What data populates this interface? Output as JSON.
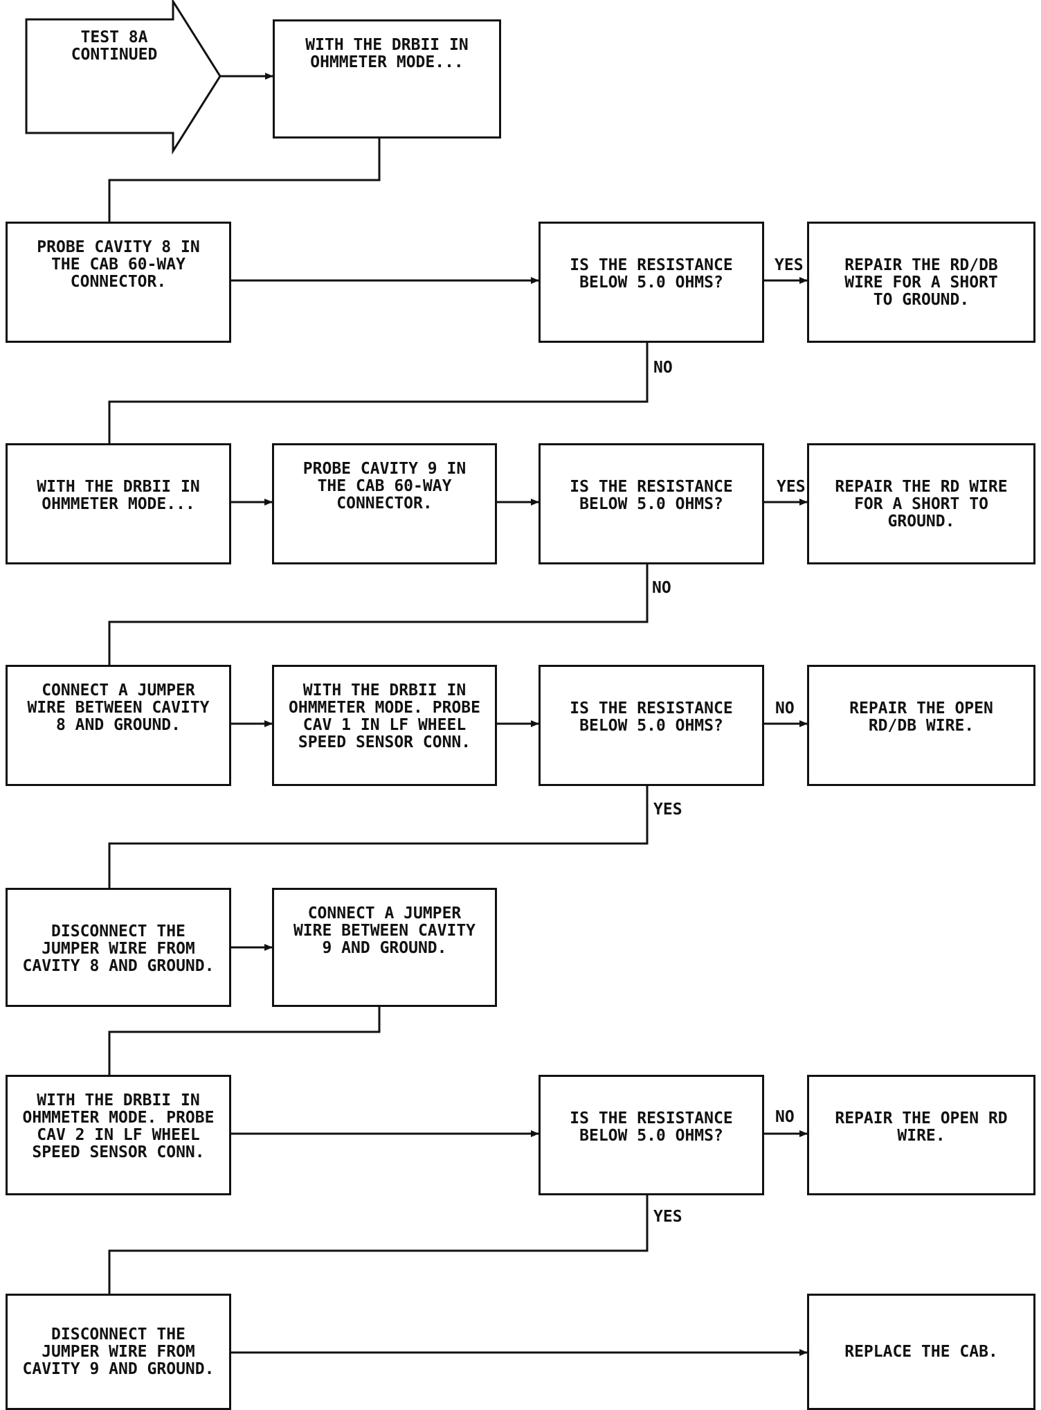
{
  "start": {
    "text": "TEST 8A\nCONTINUED"
  },
  "boxes": {
    "r1_ohm_mode": "WITH THE DRBII IN\nOHMMETER MODE...",
    "r2_probe_8": "PROBE CAVITY 8 IN\nTHE CAB 60-WAY\nCONNECTOR.",
    "r2_question": "IS THE RESISTANCE\nBELOW 5.0 OHMS?",
    "r2_repair": "REPAIR THE RD/DB\nWIRE FOR A SHORT\nTO GROUND.",
    "r3_ohm_mode": "WITH THE DRBII IN\nOHMMETER MODE...",
    "r3_probe_9": "PROBE CAVITY 9 IN\nTHE CAB 60-WAY\nCONNECTOR.",
    "r3_question": "IS THE RESISTANCE\nBELOW 5.0 OHMS?",
    "r3_repair": "REPAIR THE RD WIRE\nFOR A SHORT TO\nGROUND.",
    "r4_jumper_8": "CONNECT A JUMPER\nWIRE BETWEEN CAVITY\n8 AND GROUND.",
    "r4_probe_cav1": "WITH THE DRBII IN\nOHMMETER MODE. PROBE\nCAV 1 IN LF WHEEL\nSPEED SENSOR CONN.",
    "r4_question": "IS THE RESISTANCE\nBELOW 5.0 OHMS?",
    "r4_repair": "REPAIR THE OPEN\nRD/DB WIRE.",
    "r5_disconnect_8": "DISCONNECT THE\nJUMPER WIRE FROM\nCAVITY 8 AND GROUND.",
    "r5_jumper_9": "CONNECT A JUMPER\nWIRE BETWEEN CAVITY\n9 AND GROUND.",
    "r6_probe_cav2": "WITH THE DRBII IN\nOHMMETER MODE. PROBE\nCAV 2 IN LF WHEEL\nSPEED SENSOR CONN.",
    "r6_question": "IS THE RESISTANCE\nBELOW 5.0 OHMS?",
    "r6_repair": "REPAIR THE OPEN RD\nWIRE.",
    "r7_disconnect_9": "DISCONNECT THE\nJUMPER WIRE FROM\nCAVITY 9 AND GROUND.",
    "r7_replace": "REPLACE THE CAB."
  },
  "labels": {
    "r2_yes": "YES",
    "r2_no": "NO",
    "r3_yes": "YES",
    "r3_no": "NO",
    "r4_no": "NO",
    "r4_yes": "YES",
    "r6_no": "NO",
    "r6_yes": "YES"
  },
  "colors": {
    "ink": "#111111",
    "paper": "#ffffff"
  }
}
